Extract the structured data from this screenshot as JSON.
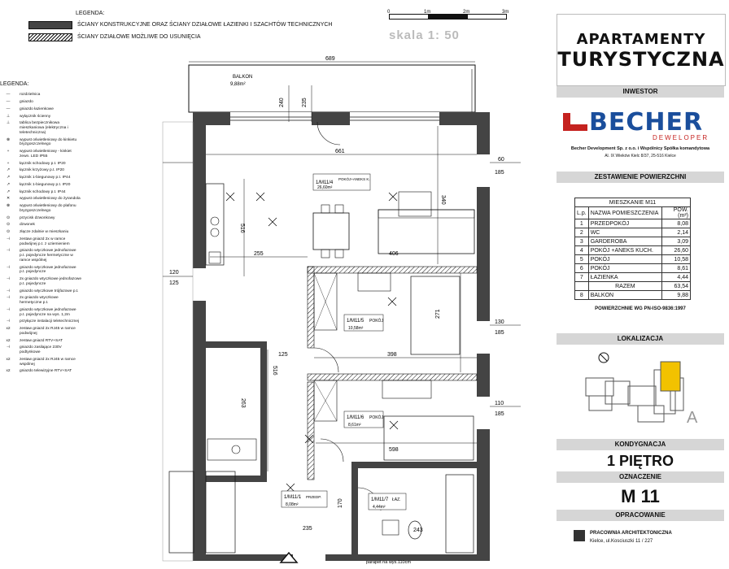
{
  "legend": {
    "title": "LEGENDA:",
    "items": [
      {
        "text": "ŚCIANY KONSTRUKCYJNE ORAZ ŚCIANY DZIAŁOWE ŁAZIENKI I SZACHTÓW TECHNICZNYCH",
        "style": "dark"
      },
      {
        "text": "ŚCIANY DZIAŁOWE MOŻLIWE DO USUNIĘCIA",
        "style": "hatch"
      }
    ]
  },
  "scale": {
    "ticks": [
      "0",
      "1m",
      "2m",
      "3m"
    ],
    "label": "skala 1: 50"
  },
  "elec_legend": {
    "title": "LEGENDA:",
    "items": [
      {
        "sym": "—",
        "text": "rozdzielnica"
      },
      {
        "sym": "—",
        "text": "gniazdo"
      },
      {
        "sym": "—",
        "text": "gniazdo łazienkowe"
      },
      {
        "sym": "⊥",
        "text": "wylącznik ścienny"
      },
      {
        "sym": "⊥",
        "text": "tablica bezpiecznikowa mieszkaniowa (elektryczna i teletechniczna)"
      },
      {
        "sym": "⊗",
        "text": "wypust oświetleniowy do kinkietu bryzgoszczelnego"
      },
      {
        "sym": "+",
        "text": "wypust oświetleniowy - kinkiet zewn. LED IP55"
      },
      {
        "sym": "+",
        "text": "łącznik schodowy p.t. IP20"
      },
      {
        "sym": "↗",
        "text": "łącznik krzyżowy p.t. IP20"
      },
      {
        "sym": "↗",
        "text": "łącznik 1-biegunowy p.t. IP44"
      },
      {
        "sym": "↗",
        "text": "łącznik 1-biegunowy p.t. IP20"
      },
      {
        "sym": "↗",
        "text": "łącznik schodowy p.t. IP44"
      },
      {
        "sym": "✕",
        "text": "wypust oświetleniowy do żyrandola"
      },
      {
        "sym": "⊗",
        "text": "wypust oświetleniowy do plafonu bryzgoszczelnego"
      },
      {
        "sym": "⊙",
        "text": "przycisk dzwonkowy"
      },
      {
        "sym": "⊙",
        "text": "dzwonek"
      },
      {
        "sym": "⊙",
        "text": "złącze zdalnie w mieszkaniu"
      },
      {
        "sym": "⊣",
        "text": "zestaw gniazd 2x w ramce podwójnej p.t. z uziemieniem"
      },
      {
        "sym": "⊣",
        "text": "gniazdo wtyczkowe jednofazowe p.t. pojedyncze hermetyczne w ramce wspólnej"
      },
      {
        "sym": "⊣",
        "text": "gniazdo wtyczkowe jednofazowe p.t. pojedyncze"
      },
      {
        "sym": "⊣",
        "text": "2x gniazdo wtyczkowe jednofazowe p.t. pojedyncze"
      },
      {
        "sym": "⊣",
        "text": "gniazdo wtyczkowe trójfazowe p.t."
      },
      {
        "sym": "⊣",
        "text": "2x gniazdo wtyczkowe hermetyczne p.t."
      },
      {
        "sym": "⊣",
        "text": "gniazdo wtyczkowe jednofazowe p.t. pojedyncze na wys. 1,2m"
      },
      {
        "sym": "⊣",
        "text": "przyłącze instalacji teletechnicznej"
      },
      {
        "sym": "x2",
        "text": "zestaw gniazd 2x RJ45 w ramce podwójnej"
      },
      {
        "sym": "x2",
        "text": "zestaw gniazd RTV+SAT"
      },
      {
        "sym": "⊣",
        "text": "gniazdo zasilające 230V podtynkowe"
      },
      {
        "sym": "x2",
        "text": "zestaw gniazd 2x RJ45 w ramce wspólnej"
      },
      {
        "sym": "x2",
        "text": "gniazdo telewizyjne RTV+SAT"
      }
    ]
  },
  "rooms": [
    {
      "code": "1/M11/4",
      "name": "POKÓJ+ANEKS K.",
      "area": "26,60m²"
    },
    {
      "code": "1/M11/5",
      "name": "POKÓJ",
      "area": "10,58m²"
    },
    {
      "code": "1/M11/6",
      "name": "POKÓJ",
      "area": "8,61m²"
    },
    {
      "code": "1/M11/1",
      "name": "PRZEDP.",
      "area": "8,08m²"
    },
    {
      "code": "1/M11/7",
      "name": "ŁAZ.",
      "area": "4,44m²"
    }
  ],
  "balcony": {
    "label": "BALKON",
    "area": "9,88m²"
  },
  "dims": [
    "689",
    "240",
    "235",
    "661",
    "60",
    "185",
    "406",
    "340",
    "255",
    "516",
    "120",
    "125",
    "271",
    "398",
    "130",
    "185",
    "125",
    "516",
    "263",
    "110",
    "185",
    "598",
    "170",
    "235",
    "243"
  ],
  "bottom_note": "parapet na wys.110cm",
  "panel": {
    "logo_line1": "APARTAMENTY",
    "logo_line2": "TURYSTYCZNA",
    "investor_label": "INWESTOR",
    "company_name": "BECHER",
    "company_sub": "DEWELOPER",
    "company_addr1": "Becher Development Sp. z o.o. i Wspólnicy Spółka komandytowa",
    "company_addr2": "Al. IX Wieków Kielc 8/37, 25-516 Kielce",
    "areas_label": "ZESTAWIENIE POWIERZCHNI",
    "table_title": "MIESZKANIE M11",
    "table_head": [
      "L.p.",
      "NAZWA POMIESZCZENIA",
      "POW.(m²)"
    ],
    "rows": [
      {
        "n": "1",
        "name": "PRZEDPOKÓJ",
        "area": "8,08"
      },
      {
        "n": "2",
        "name": "WC",
        "area": "2,14"
      },
      {
        "n": "3",
        "name": "GARDEROBA",
        "area": "3,09"
      },
      {
        "n": "4",
        "name": "POKÓJ +ANEKS KUCH.",
        "area": "26,60"
      },
      {
        "n": "5",
        "name": "POKÓJ",
        "area": "10,58"
      },
      {
        "n": "6",
        "name": "POKÓJ",
        "area": "8,61"
      },
      {
        "n": "7",
        "name": "ŁAZIENKA",
        "area": "4,44"
      }
    ],
    "total": {
      "name": "RAZEM",
      "area": "63,54"
    },
    "balcony_row": {
      "n": "8",
      "name": "BALKON",
      "area": "9,88"
    },
    "norm": "POWIERZCHNIE WG PN-ISO-9836:1997",
    "location_label": "LOKALIZACJA",
    "building_letter": "A",
    "storey_label": "KONDYGNACJA",
    "storey_value": "1 PIĘTRO",
    "mark_label": "OZNACZENIE",
    "mark_value": "M 11",
    "author_label": "OPRACOWANIE",
    "author_name": "PRACOWNIA ARCHITEKTONICZNA",
    "author_addr": "Kielce, ul.Kosciuszki 11 / 227"
  },
  "colors": {
    "wall": "#444444",
    "accent_blue": "#1a4e9c",
    "accent_red": "#c5221f",
    "panel_gray": "#d6d6d6",
    "location_highlight": "#f2c200"
  }
}
